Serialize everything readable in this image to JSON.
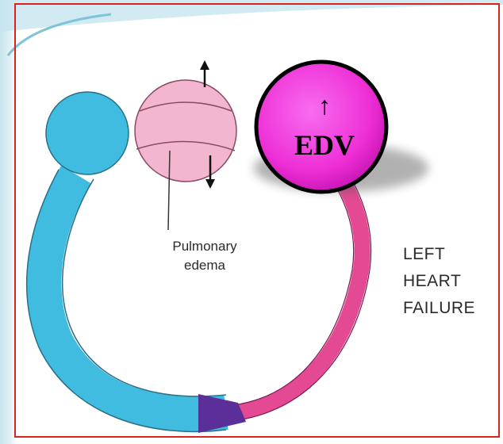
{
  "pulmonary_label": [
    "Pulmonary",
    "edema"
  ],
  "edv": {
    "arrow": "↑",
    "label": "EDV"
  },
  "side_label": [
    "LEFT",
    "HEART",
    "FAILURE"
  ],
  "colors": {
    "systemic_blue": "#3fbce0",
    "pulmonary_pink": "#f2b6d0",
    "left_heart_magenta": "#ee2fd6",
    "arterial_pink": "#e44a93",
    "junction_purple": "#5a2f9a",
    "frame_red": "#d9231f"
  },
  "icons": [
    "up-arrow-icon",
    "down-arrow-icon"
  ]
}
